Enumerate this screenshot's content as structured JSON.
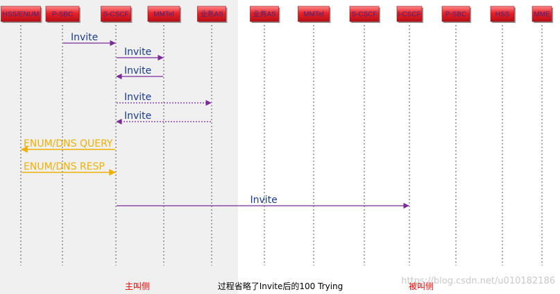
{
  "colors": {
    "left_panel_bg": "#f0f0f0",
    "entity_fill": "#e8202a",
    "entity_text": "#3a2a7a",
    "lifeline": "#555555",
    "msg_purple": "#7a2a9a",
    "msg_blue": "#1a3a8a",
    "msg_orange": "#f0b000",
    "footer_red": "#ee0000",
    "footer_black": "#000000"
  },
  "entities": [
    {
      "label": "HSS/ENUM"
    },
    {
      "label": "P-SBC"
    },
    {
      "label": "S-CSCF"
    },
    {
      "label": "MMTel"
    },
    {
      "label": "业务AS"
    },
    {
      "label": "业务AS"
    },
    {
      "label": "MMTel"
    },
    {
      "label": "S-CSCF"
    },
    {
      "label": "I-CSCF"
    },
    {
      "label": "P-SBC"
    },
    {
      "label": "HSS"
    },
    {
      "label": "MME"
    }
  ],
  "messages": [
    {
      "from": 1,
      "to": 2,
      "label": "Invite",
      "style": "solid",
      "color": "purple"
    },
    {
      "from": 2,
      "to": 3,
      "label": "Invite",
      "style": "solid",
      "color": "purple"
    },
    {
      "from": 3,
      "to": 2,
      "label": "Invite",
      "style": "solid",
      "color": "purple"
    },
    {
      "from": 2,
      "to": 4,
      "label": "Invite",
      "style": "dotted",
      "color": "purple"
    },
    {
      "from": 4,
      "to": 2,
      "label": "Invite",
      "style": "dotted",
      "color": "purple"
    },
    {
      "from": 2,
      "to": 0,
      "label": "ENUM/DNS QUERY",
      "style": "solid",
      "color": "orange"
    },
    {
      "from": 0,
      "to": 2,
      "label": "ENUM/DNS RESP",
      "style": "solid",
      "color": "orange"
    },
    {
      "from": 2,
      "to": 8,
      "label": "Invite",
      "style": "solid",
      "color": "purple"
    }
  ],
  "footer": {
    "caller_side": "主叫侧",
    "note": "过程省略了Invite后的100 Trying",
    "callee_side": "被叫侧"
  },
  "watermark": "https://blog.csdn.net/u010182186"
}
